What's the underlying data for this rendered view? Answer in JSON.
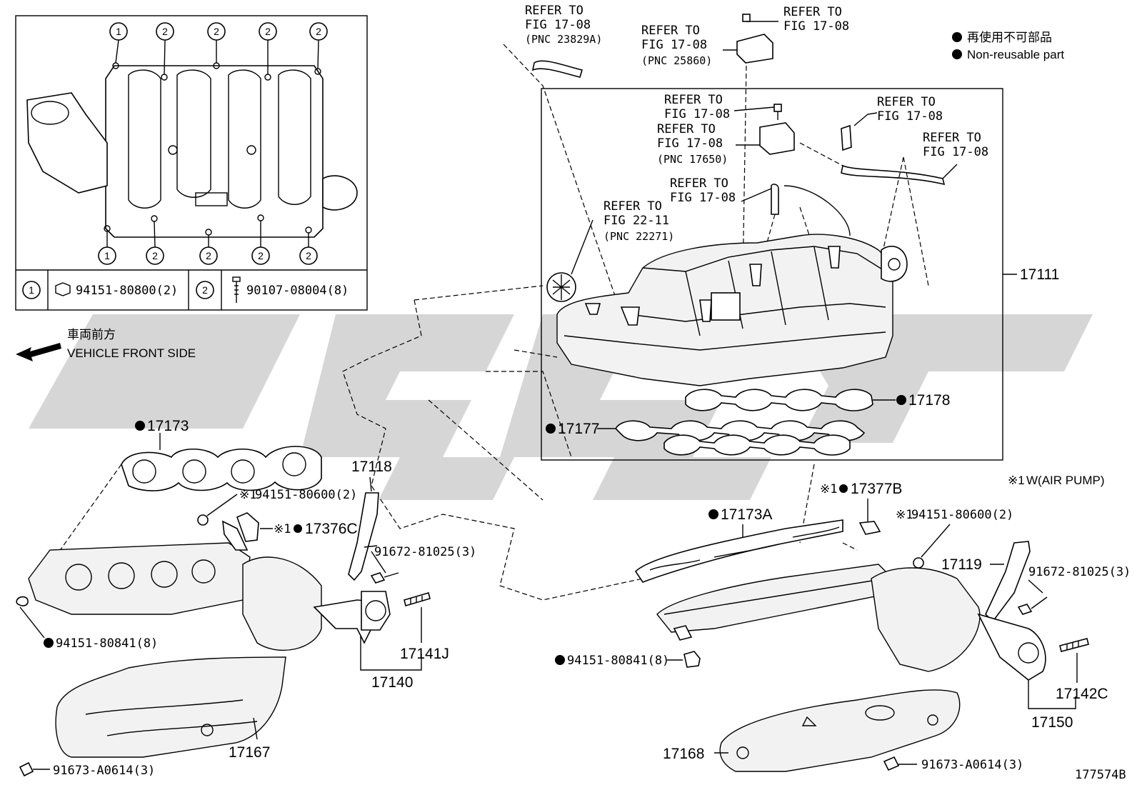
{
  "inset": {
    "circle_top": [
      "1",
      "2",
      "2",
      "2",
      "2"
    ],
    "circle_bottom": [
      "1",
      "2",
      "2",
      "2",
      "2"
    ],
    "legend": [
      {
        "num": "1",
        "part": "94151-80800(2)"
      },
      {
        "num": "2",
        "part": "90107-08004(8)"
      }
    ]
  },
  "legend_top_right": {
    "ja": "再使用不可部品",
    "en": "Non-reusable part"
  },
  "vehicle_front": {
    "ja": "車両前方",
    "en": "VEHICLE FRONT SIDE"
  },
  "refer": {
    "r1": [
      "REFER TO",
      "FIG 17-08",
      "(PNC 23829A)"
    ],
    "r2": [
      "REFER TO",
      "FIG 17-08"
    ],
    "r3": [
      "REFER TO",
      "FIG 17-08",
      "(PNC 25860)"
    ],
    "r4": [
      "REFER TO",
      "FIG 17-08"
    ],
    "r5": [
      "REFER TO",
      "FIG 17-08"
    ],
    "r6": [
      "REFER TO",
      "FIG 17-08",
      "(PNC 17650)"
    ],
    "r7": [
      "REFER TO",
      "FIG 17-08"
    ],
    "r8": [
      "REFER TO",
      "FIG 17-08"
    ],
    "r9": [
      "REFER TO",
      "FIG 22-11",
      "(PNC 22271)"
    ]
  },
  "parts": {
    "p17111": "17111",
    "p17178": "17178",
    "p17177": "17177",
    "p17173": "17173",
    "p17118": "17118",
    "p94151_80600_l": "94151-80600(2)",
    "p17376C": "17376C",
    "p91672_l": "91672-81025(3)",
    "p94151_80841_l": "94151-80841(8)",
    "p17141J": "17141J",
    "p17140": "17140",
    "p17167": "17167",
    "p91673_l": "91673-A0614(3)",
    "air_pump_note": "W(AIR PUMP)",
    "p17377B": "17377B",
    "p17173A": "17173A",
    "p94151_80600_r": "94151-80600(2)",
    "p17119": "17119",
    "p91672_r": "91672-81025(3)",
    "p94151_80841_r": "94151-80841(8)",
    "p17142C": "17142C",
    "p17150": "17150",
    "p17168": "17168",
    "p91673_r": "91673-A0614(3)",
    "note_mark": "※1",
    "fig_id": "177574B"
  }
}
